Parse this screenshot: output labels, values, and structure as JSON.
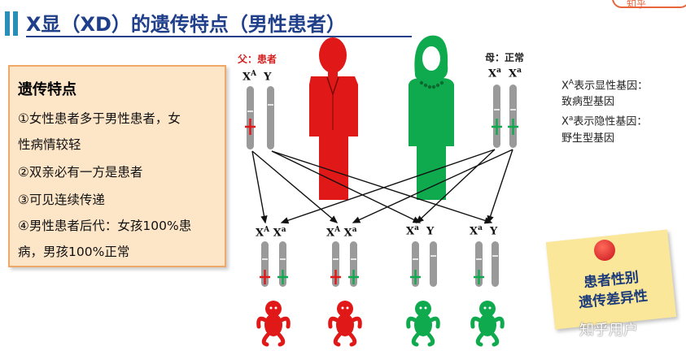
{
  "title": "X显（XD）的遗传特点（男性患者）",
  "logo_text": "知乎",
  "features": {
    "heading": "遗传特点",
    "lines": [
      "①女性患者多于男性患者，女",
      "性病情较轻",
      "②双亲必有一方是患者",
      "③可见连续传递",
      "④男性患者后代：女孩100%患",
      "病，男孩100%正常"
    ]
  },
  "father": {
    "label": "父：患者",
    "chromosomes": [
      "X",
      "A",
      "Y"
    ]
  },
  "mother": {
    "label": "母：正常",
    "chromosomes": [
      "X",
      "a",
      "X",
      "a"
    ]
  },
  "children": [
    {
      "c1": "X",
      "s1": "A",
      "c2": "X",
      "s2": "a",
      "status": "affected"
    },
    {
      "c1": "X",
      "s1": "A",
      "c2": "X",
      "s2": "a",
      "status": "affected"
    },
    {
      "c1": "X",
      "s1": "a",
      "c2": "Y",
      "s2": "",
      "status": "normal"
    },
    {
      "c1": "X",
      "s1": "a",
      "c2": "Y",
      "s2": "",
      "status": "normal"
    }
  ],
  "legend": {
    "line1_base": "X",
    "line1_sup": "A",
    "line1_rest": "表示显性基因：",
    "line2": "致病型基因",
    "line3_base": "X",
    "line3_sup": "a",
    "line3_rest": "表示隐性基因：",
    "line4": "野生型基因"
  },
  "note": {
    "line1": "患者性别",
    "line2": "遗传差异性"
  },
  "watermark": "知乎用户",
  "colors": {
    "affected": "#e01818",
    "normal": "#0faa4e",
    "title": "#1f3f8a",
    "chromosome": "#9a9a9a"
  }
}
